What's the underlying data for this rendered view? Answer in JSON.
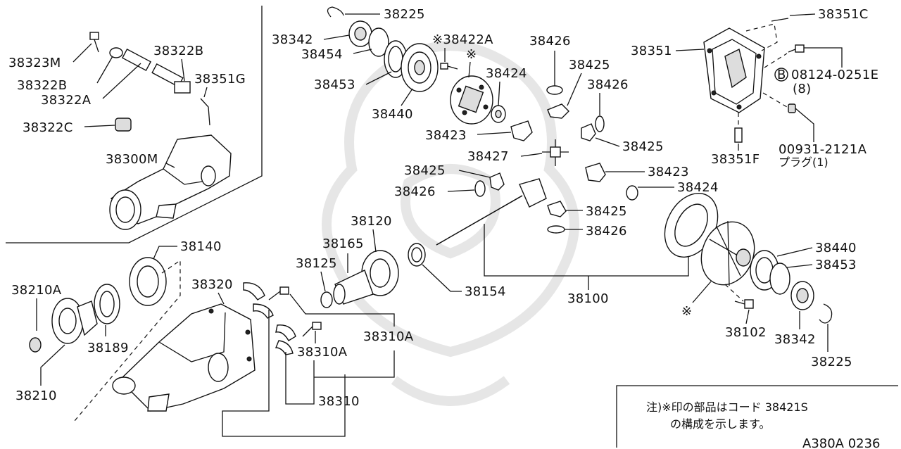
{
  "labels": {
    "p38225_top": "38225",
    "p38342_top": "38342",
    "p38454": "38454",
    "p38453_top": "38453",
    "p38440_top": "38440",
    "p38422A": "※38422A",
    "star_top": "※",
    "p38426_a": "38426",
    "p38424_a": "38424",
    "p38425_a": "38425",
    "p38426_b": "38426",
    "p38423_a": "38423",
    "p38425_b": "38425",
    "p38427": "38427",
    "p38425_c": "38425",
    "p38426_c": "38426",
    "p38423_b": "38423",
    "p38424_b": "38424",
    "p38425_d": "38425",
    "p38426_d": "38426",
    "p38351C": "38351C",
    "p38351": "38351",
    "bolt_code": "08124-0251E",
    "bolt_qty": "(8)",
    "bolt_circle": "B",
    "p38351F": "38351F",
    "plug_code": "00931-2121A",
    "plug_name": "プラグ(1)",
    "p38323M": "38323M",
    "p38322B_a": "38322B",
    "p38322B_b": "38322B",
    "p38322A": "38322A",
    "p38351G": "38351G",
    "p38322C": "38322C",
    "p38300M": "38300M",
    "p38140": "38140",
    "p38210A": "38210A",
    "p38189": "38189",
    "p38210": "38210",
    "p38320": "38320",
    "p38310A_a": "38310A",
    "p38310A_b": "38310A",
    "p38310": "38310",
    "p38120": "38120",
    "p38165": "38165",
    "p38125": "38125",
    "p38154": "38154",
    "p38100": "38100",
    "star_bottom": "※",
    "p38440_b": "38440",
    "p38453_b": "38453",
    "p38102": "38102",
    "p38342_b": "38342",
    "p38225_b": "38225"
  },
  "note": {
    "line1": "注)※印の部品はコード 38421S",
    "line2": "の構成を示します。"
  },
  "diagram_code": "A380A 0236"
}
